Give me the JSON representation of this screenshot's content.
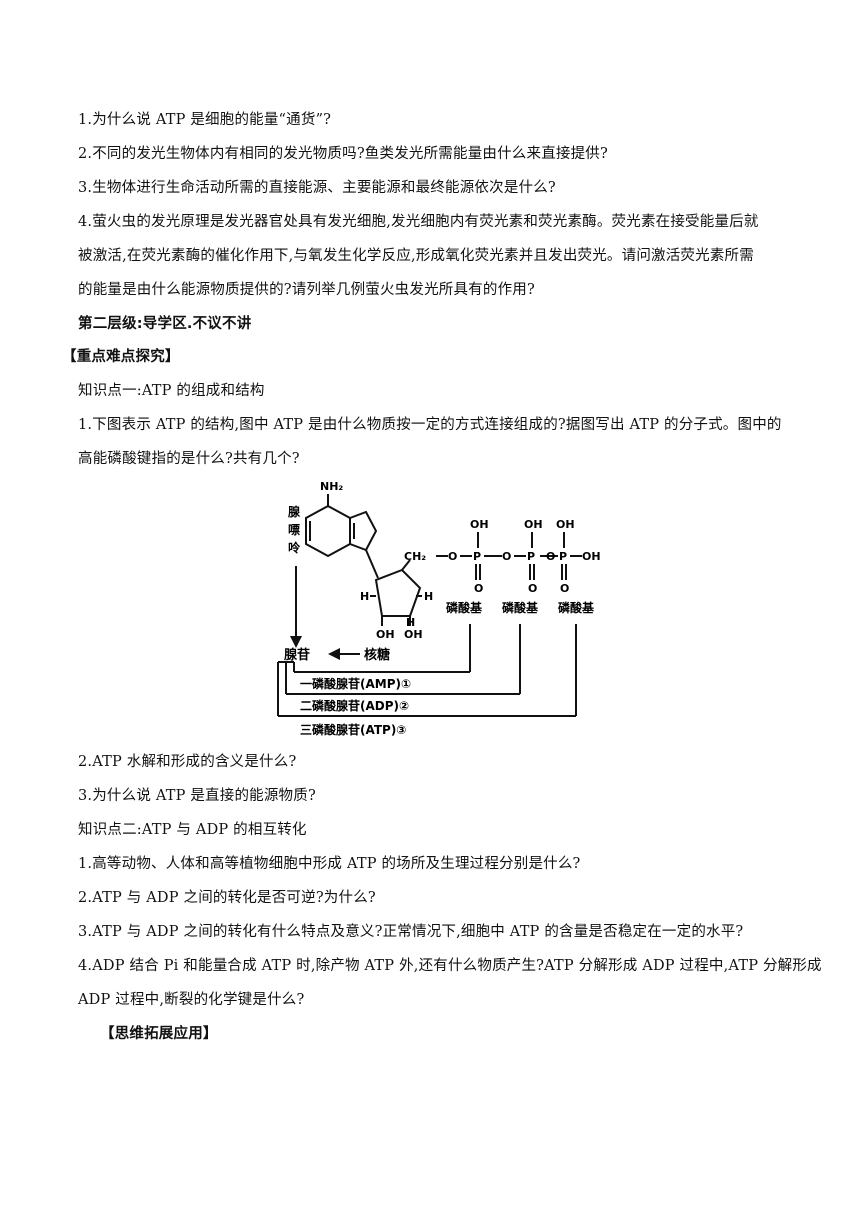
{
  "questions_intro": [
    "1.为什么说 ATP 是细胞的能量“通货”?",
    "2.不同的发光生物体内有相同的发光物质吗?鱼类发光所需能量由什么来直接提供?",
    "3.生物体进行生命活动所需的直接能源、主要能源和最终能源依次是什么?",
    "4.萤火虫的发光原理是发光器官处具有发光细胞,发光细胞内有荧光素和荧光素酶。荧光素在接受能量后就",
    "被激活,在荧光素酶的催化作用下,与氧发生化学反应,形成氧化荧光素并且发出荧光。请问激活荧光素所需",
    "的能量是由什么能源物质提供的?请列举几例萤火虫发光所具有的作用?"
  ],
  "level2_heading": "第二层级:导学区.不议不讲",
  "section_key": "【重点难点探究】",
  "kp1_title": "知识点一:ATP 的组成和结构",
  "kp1_q1": [
    "1.下图表示 ATP 的结构,图中 ATP 是由什么物质按一定的方式连接组成的?据图写出 ATP 的分子式。图中的",
    "高能磷酸键指的是什么?共有几个?"
  ],
  "diagram": {
    "nh2": "NH₂",
    "adenine_label": [
      "腺",
      "嘌",
      "呤"
    ],
    "oh": "OH",
    "ch2": "CH₂",
    "o": "O",
    "p": "P",
    "h": "H",
    "phosphate_label": "磷酸基",
    "adenosine": "腺苷",
    "ribose": "核糖",
    "amp": "一磷酸腺苷(AMP)①",
    "adp": "二磷酸腺苷(ADP)②",
    "atp": "三磷酸腺苷(ATP)③"
  },
  "kp1_q2": "2.ATP 水解和形成的含义是什么?",
  "kp1_q3": "3.为什么说 ATP 是直接的能源物质?",
  "kp2_title": "知识点二:ATP 与 ADP 的相互转化",
  "kp2_questions": [
    "1.高等动物、人体和高等植物细胞中形成 ATP 的场所及生理过程分别是什么?",
    "2.ATP 与 ADP 之间的转化是否可逆?为什么?",
    "3.ATP 与 ADP 之间的转化有什么特点及意义?正常情况下,细胞中 ATP 的含量是否稳定在一定的水平?",
    "4.ADP 结合 Pi 和能量合成 ATP 时,除产物 ATP 外,还有什么物质产生?ATP 分解形成 ADP 过程中,ATP 分解形成",
    "ADP 过程中,断裂的化学键是什么?"
  ],
  "thinking_heading": "【思维拓展应用】"
}
